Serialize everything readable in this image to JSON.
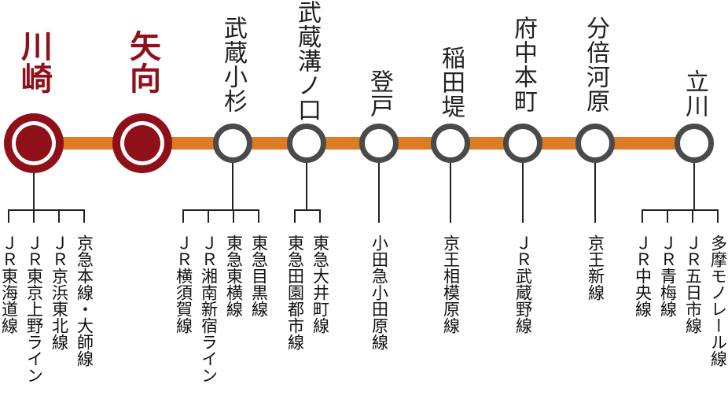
{
  "colors": {
    "line": "#dd7b26",
    "highlight": "#8f1018",
    "station_ring": "#4a4a4a"
  },
  "stations": [
    {
      "name": "川崎",
      "highlight": true,
      "transfers": [
        "ＪＲ東海道線",
        "ＪＲ東京上野ライン",
        "ＪＲ京浜東北線",
        "京急本線・大師線"
      ]
    },
    {
      "name": "矢向",
      "highlight": true,
      "transfers": []
    },
    {
      "name": "武蔵小杉",
      "highlight": false,
      "transfers": [
        "ＪＲ横須賀線",
        "ＪＲ湘南新宿ライン",
        "東急東横線",
        "東急目黒線"
      ]
    },
    {
      "name": "武蔵溝ノ口",
      "highlight": false,
      "transfers": [
        "東急田園都市線",
        "東急大井町線"
      ]
    },
    {
      "name": "登戸",
      "highlight": false,
      "transfers": [
        "小田急小田原線"
      ]
    },
    {
      "name": "稲田堤",
      "highlight": false,
      "transfers": [
        "京王相模原線"
      ]
    },
    {
      "name": "府中本町",
      "highlight": false,
      "transfers": [
        "ＪＲ武蔵野線"
      ]
    },
    {
      "name": "分倍河原",
      "highlight": false,
      "transfers": [
        "京王新線"
      ]
    },
    {
      "name": "立川",
      "highlight": false,
      "transfers": [
        "ＪＲ中央線",
        "ＪＲ青梅線",
        "ＪＲ五日市線",
        "多摩モノレール線"
      ]
    }
  ]
}
